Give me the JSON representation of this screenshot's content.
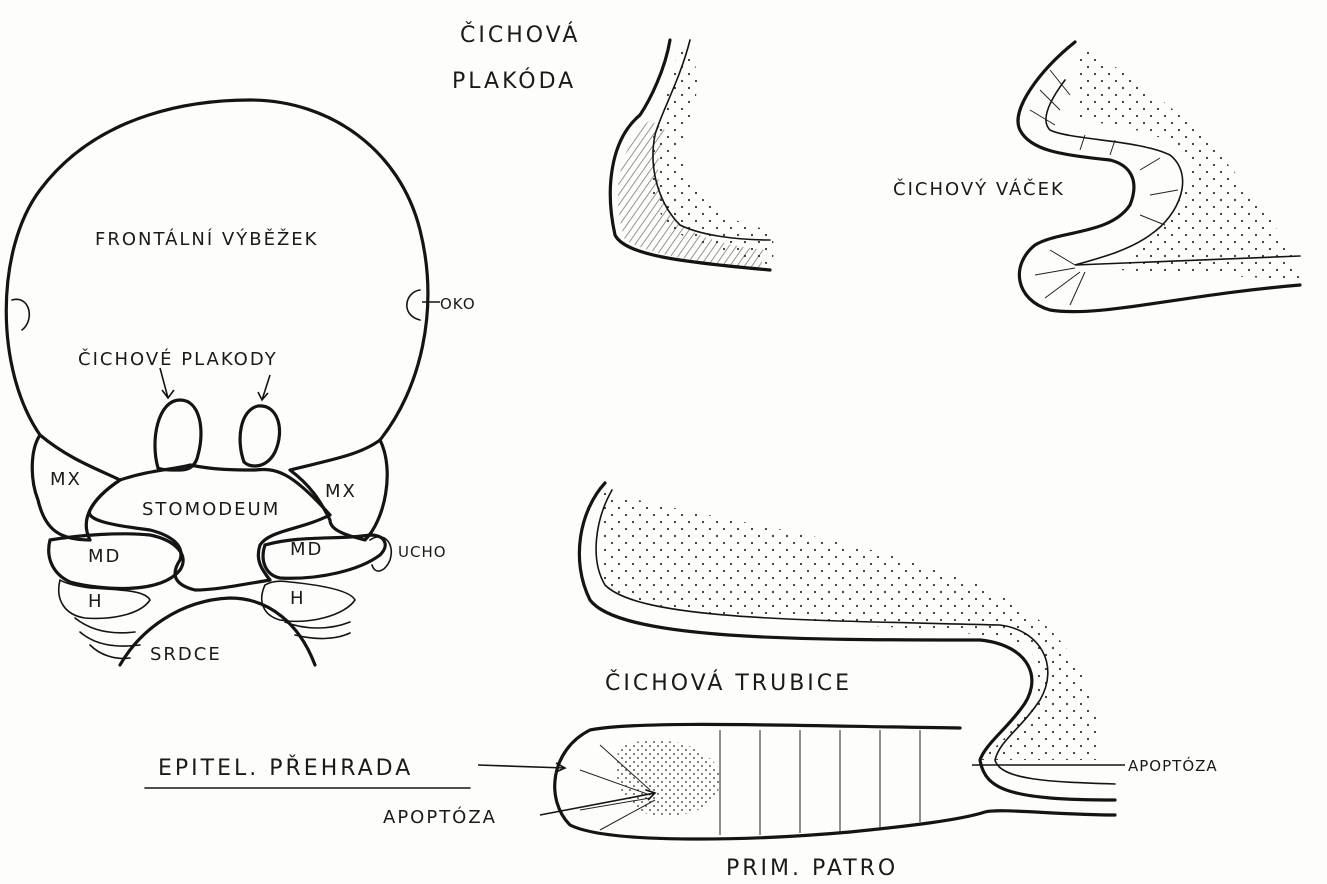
{
  "labels": {
    "frontal": "FRONTÁLNÍ VÝBĚŽEK",
    "oko": "OKO",
    "plakody": "ČICHOVÉ PLAKODY",
    "stomodeum": "STOMODEUM",
    "mx_left": "MX",
    "mx_right": "MX",
    "md_left": "MD",
    "md_right": "MD",
    "h_left": "H",
    "h_right": "H",
    "ucho": "UCHO",
    "srdce": "SRDCE",
    "plakoda_line1": "ČICHOVÁ",
    "plakoda_line2": "PLAKÓDA",
    "vacek": "ČICHOVÝ VÁČEK",
    "trubice": "ČICHOVÁ TRUBICE",
    "prehrada": "EPITEL. PŘEHRADA",
    "apoptoza_left": "APOPTÓZA",
    "apoptoza_right": "APOPTÓZA",
    "patro": "PRIM. PATRO"
  },
  "colors": {
    "ink": "#141414",
    "paper": "#fdfdfc"
  }
}
